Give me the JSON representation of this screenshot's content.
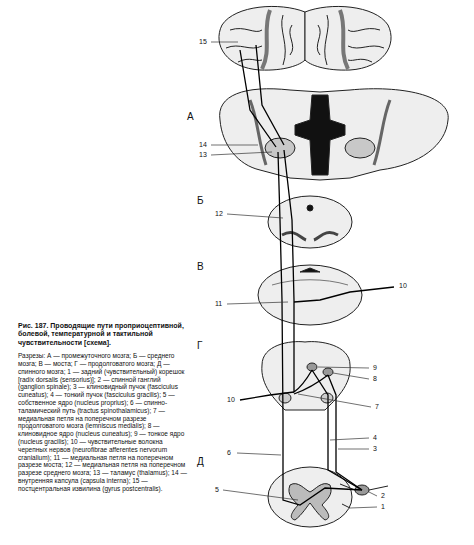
{
  "diagram": {
    "caption": "Рис. 187. Проводящие пути проприоцептивной, болевой, температурной и тактильной чувствительности [схема].",
    "labels": [
      "Разрезы: А — промежуточного мозга; Б — среднего мозга; В — моста; Г — продолговатого мозга; Д — спинного мозга; 1 — задний (чувствительный) корешок [radix dorsalis (sensorius)]; 2 — спинной ганглий (ganglion spinale); 3 — клиновидный пучок (fasciculus cuneatus); 4 — тонкий пучок (fasciculus gracilis); 5 — собственное ядро (nucleus proprius); 6 — спинно-таламический путь (tractus spinothalamicus); 7 — медиальная петля на поперечном разрезе продолговатого мозга (lemniscus medialis); 8 — клиновидное ядро (nucleus cuneatus); 9 — тонкое ядро (nucleus gracilis); 10 — чувствительные волокна черепных нервов (neurofibrae afferentes nervorum cranialium); 11 — медиальная петля на поперечном разрезе моста; 12 — медиальная петля на поперечном разрезе среднего мозга; 13 — таламус (thalamus); 14 — внутренняя капсула (capsula interna); 15 — постцентральная извилина (gyrus postcentralis).",
      "15",
      "А",
      "14",
      "13",
      "Б",
      "12",
      "В",
      "11",
      "10",
      "Г",
      "9",
      "8",
      "10",
      "7",
      "4",
      "6",
      "3",
      "Д",
      "5",
      "2",
      "1"
    ]
  }
}
